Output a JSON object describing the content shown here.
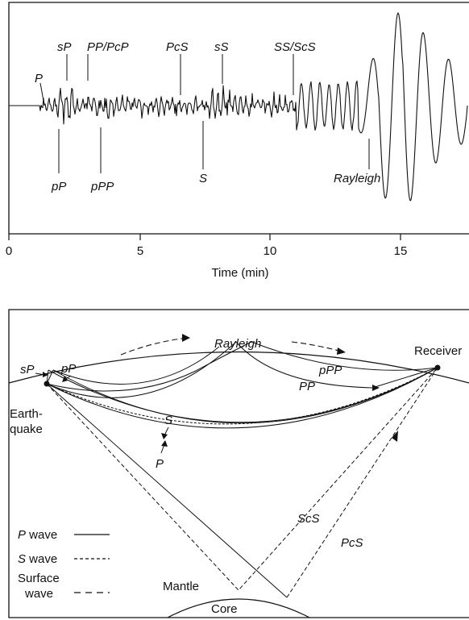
{
  "seismogram": {
    "phases": {
      "P": "P",
      "sP": "sP",
      "PP_PcP": "PP/PcP",
      "PcS": "PcS",
      "sS": "sS",
      "SS_ScS": "SS/ScS",
      "pP": "pP",
      "pPP": "pPP",
      "S": "S",
      "Rayleigh": "Rayleigh"
    },
    "x_ticks": [
      "0",
      "5",
      "10",
      "15"
    ],
    "x_axis_label": "Time (min)"
  },
  "ray_diagram": {
    "labels": {
      "rayleigh": "Rayleigh",
      "receiver": "Receiver",
      "sP": "sP",
      "pP": "pP",
      "pPP": "pPP",
      "PP": "PP",
      "S": "S",
      "P": "P",
      "earthquake_line1": "Earth-",
      "earthquake_line2": "quake",
      "ScS": "ScS",
      "PcS": "PcS",
      "mantle": "Mantle",
      "core": "Core"
    },
    "legend": {
      "p_wave_italic": "P",
      "p_wave_rest": " wave",
      "s_wave_italic": "S",
      "s_wave_rest": " wave",
      "surface_line1": "Surface",
      "surface_line2": "wave"
    }
  }
}
